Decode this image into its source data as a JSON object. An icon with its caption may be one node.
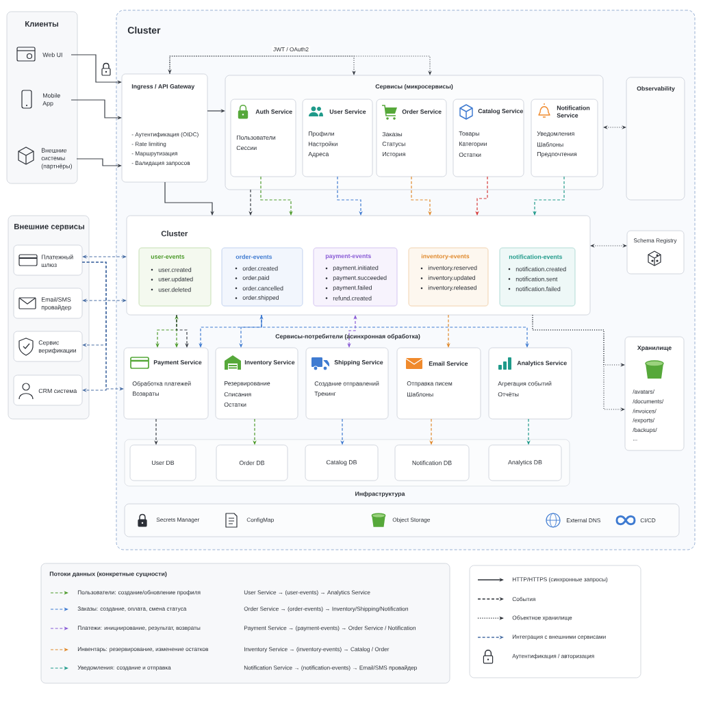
{
  "diagram": {
    "nodes": [
      {
        "text": [
          "Клиенты"
        ]
      },
      {
        "text": [
          "Web UI"
        ],
        "in": 0
      },
      {
        "text": [
          "Mobile App"
        ],
        "in": 0
      },
      {
        "text": [
          "Внешние системы (партнёры)"
        ],
        "in": 0
      },
      {
        "text": [
          "Cluster"
        ]
      },
      {
        "text": [
          "Ingress / API Gateway",
          "- Аутентификация (OIDC)",
          "- Rate limiting",
          "- Маршрутизация",
          "- Валидация запросов"
        ],
        "in": 4
      },
      {
        "text": [
          "Сервисы (микросервисы)"
        ],
        "in": 4
      },
      {
        "text": [
          "Auth Service",
          "Пользователи",
          "Сессии"
        ],
        "in": 6
      },
      {
        "text": [
          "User Service",
          "Профили",
          "Настройки",
          "Адреса"
        ],
        "in": 6
      },
      {
        "text": [
          "Order Service",
          "Заказы",
          "Статусы",
          "История"
        ],
        "in": 6
      },
      {
        "text": [
          "Catalog Service",
          "Товары",
          "Категории",
          "Остатки"
        ],
        "in": 6
      },
      {
        "text": [
          "Notification Service",
          "Уведомления",
          "Шаблоны",
          "Предпочтения"
        ],
        "in": 6
      },
      {
        "text": [
          "Observability"
        ],
        "in": 4
      },
      {
        "text": [
          "Cluster"
        ],
        "in": 4
      },
      {
        "text": [
          "user-events",
          "user.created",
          "user.updated",
          "user.deleted"
        ],
        "in": 13
      },
      {
        "text": [
          "order-events",
          "order.created",
          "order.paid",
          "order.cancelled",
          "order.shipped"
        ],
        "in": 13
      },
      {
        "text": [
          "payment-events",
          "payment.initiated",
          "payment.succeeded",
          "payment.failed",
          "refund.created"
        ],
        "in": 13
      },
      {
        "text": [
          "inventory-events",
          "inventory.reserved",
          "inventory.updated",
          "inventory.released"
        ],
        "in": 13
      },
      {
        "text": [
          "notification-events",
          "notification.created",
          "notification.sent",
          "notification.failed"
        ],
        "in": 13
      },
      {
        "text": [
          "Schema Registry"
        ],
        "in": 4
      },
      {
        "text": [
          "Внешние сервисы"
        ]
      },
      {
        "text": [
          "Платежный шлюз"
        ],
        "in": 20
      },
      {
        "text": [
          "Email/SMS провайдер"
        ],
        "in": 20
      },
      {
        "text": [
          "Сервис верификации"
        ],
        "in": 20
      },
      {
        "text": [
          "CRM система"
        ],
        "in": 20
      },
      {
        "text": [
          "Payment Service",
          "Обработка платежей",
          "Возвраты"
        ],
        "in": 4
      },
      {
        "text": [
          "Inventory Service",
          "Резервирование",
          "Списания",
          "Остатки"
        ],
        "in": 4
      },
      {
        "text": [
          "Shipping Service",
          "Создание отправлений",
          "Трекинг"
        ],
        "in": 4
      },
      {
        "text": [
          "Email Service",
          "Отправка писем",
          "Шаблоны"
        ],
        "in": 4
      },
      {
        "text": [
          "Analytics Service",
          "Агрегация событий",
          "Отчёты"
        ],
        "in": 4
      },
      {
        "text": [
          "Хранилище",
          "/avatars/",
          "/documents/",
          "/invoices/",
          "/exports/",
          "/backups/",
          "..."
        ],
        "in": 4
      },
      {
        "text": [],
        "shape": "box",
        "in": 4
      },
      {
        "text": [
          "User DB"
        ],
        "in": 31
      },
      {
        "text": [
          "Order DB"
        ],
        "in": 31
      },
      {
        "text": [
          "Catalog DB"
        ],
        "in": 31
      },
      {
        "text": [
          "Notification DB"
        ],
        "in": 31
      },
      {
        "text": [
          "Analytics DB"
        ],
        "in": 31
      },
      {
        "text": [
          "Инфраструктура",
          "Secrets Manager",
          "ConfigMap",
          "Object Storage",
          "External DNS",
          "CI/CD"
        ],
        "in": 4
      },
      {
        "text": [
          "Потоки данных (конкретные сущности)",
          "Пользователи: создание/обновление профиля",
          "User Service → (user-events) → Analytics Service",
          "Заказы: создание, оплата, смена статуса",
          "Order Service → (order-events) → Inventory/Shipping/Notification",
          "Платежи: инициирование, результат, возвраты",
          "Payment Service → (payment-events) → Order Service / Notification",
          "Инвентарь: резервирование, изменение остатков",
          "Inventory Service → (inventory-events) → Catalog / Order",
          "Уведомления: создание и отправка",
          "Notification Service → (notification-events) → Email/SMS провайдер"
        ]
      }
    ],
    "edges": [
      {
        "from": 1,
        "to": 5,
        "arrow": "to"
      },
      {
        "from": 2,
        "to": 5,
        "arrow": "to"
      },
      {
        "from": 3,
        "to": 5,
        "arrow": "to"
      },
      {
        "from": 5,
        "to": 6,
        "arrow": "to"
      },
      {
        "from": 5,
        "to": 13,
        "arrow": "to"
      },
      {
        "from": 5,
        "to": 6,
        "arrow": "both",
        "style": "dashed",
        "label": "JWT / OAuth2"
      },
      {
        "from": 5,
        "to": 6,
        "arrow": "to",
        "style": "dashed"
      },
      {
        "from": 7,
        "to": 13,
        "arrow": "to",
        "style": "dashed",
        "color": "#4c9a2a"
      },
      {
        "from": 8,
        "to": 13,
        "arrow": "to",
        "style": "dashed",
        "color": "#3f7bd1"
      },
      {
        "from": 9,
        "to": 13,
        "arrow": "to",
        "style": "dashed",
        "color": "#e0892b"
      },
      {
        "from": 10,
        "to": 13,
        "arrow": "to",
        "style": "dashed",
        "color": "#d63a3a"
      },
      {
        "from": 11,
        "to": 13,
        "arrow": "to",
        "style": "dashed",
        "color": "#1f9a8a"
      },
      {
        "from": 6,
        "to": 13,
        "arrow": "to",
        "style": "dashed"
      },
      {
        "from": 6,
        "to": 12,
        "arrow": "both",
        "style": "dashed"
      },
      {
        "from": 13,
        "to": 19,
        "arrow": "both",
        "style": "dashed"
      },
      {
        "from": 21,
        "to": 13,
        "arrow": "both",
        "style": "dashed",
        "color": "#4a6fa5"
      },
      {
        "from": 22,
        "to": 13,
        "arrow": "both",
        "style": "dashed",
        "color": "#4a6fa5"
      },
      {
        "from": 21,
        "to": 25,
        "arrow": "to",
        "style": "dashed",
        "color": "#4a6fa5"
      },
      {
        "from": 21,
        "to": 23,
        "arrow": "to",
        "style": "dashed",
        "color": "#4a6fa5"
      },
      {
        "from": 21,
        "to": 24,
        "arrow": "to",
        "style": "dashed",
        "color": "#4a6fa5"
      },
      {
        "from": 25,
        "to": 13,
        "arrow": "both",
        "style": "dashed",
        "color": "#4c9a2a"
      },
      {
        "from": 13,
        "to": 25,
        "arrow": "to",
        "style": "dashed",
        "color": "#4c9a2a"
      },
      {
        "from": 13,
        "to": 25,
        "arrow": "to",
        "style": "dashed"
      },
      {
        "from": 25,
        "to": 13,
        "arrow": "both",
        "style": "dashed",
        "color": "#3f7bd1"
      },
      {
        "from": 13,
        "to": 26,
        "arrow": "to",
        "style": "dashed",
        "color": "#3f7bd1"
      },
      {
        "from": 13,
        "to": 29,
        "arrow": "to",
        "style": "dashed",
        "color": "#3f7bd1"
      },
      {
        "from": 27,
        "to": 13,
        "arrow": "both",
        "style": "dashed",
        "color": "#8a5cd6"
      },
      {
        "from": 13,
        "to": 28,
        "arrow": "to",
        "style": "dashed",
        "color": "#e0892b"
      },
      {
        "from": 13,
        "to": 30,
        "arrow": "to",
        "style": "dashed"
      },
      {
        "from": 13,
        "to": 30,
        "arrow": "to",
        "style": "dashed"
      },
      {
        "from": 25,
        "to": 32,
        "arrow": "to",
        "style": "dashed"
      },
      {
        "from": 26,
        "to": 33,
        "arrow": "to",
        "style": "dashed",
        "color": "#4c9a2a"
      },
      {
        "from": 27,
        "to": 34,
        "arrow": "to",
        "style": "dashed",
        "color": "#3f7bd1"
      },
      {
        "from": 28,
        "to": 35,
        "arrow": "to",
        "style": "dashed",
        "color": "#e0892b"
      },
      {
        "from": 29,
        "to": 36,
        "arrow": "to",
        "style": "dashed",
        "color": "#1f9a8a"
      }
    ],
    "labels": [
      "Сервисы-потребители (асинхронная обработка)"
    ],
    "legend": [
      {
        "text": "HTTP/HTTPS (синхронные запросы)"
      },
      {
        "text": "События"
      },
      {
        "text": "Объектное хранилище"
      },
      {
        "text": "Интеграция с внешними сервисами"
      },
      {
        "text": "Аутентификация / авторизация"
      }
    ]
  }
}
